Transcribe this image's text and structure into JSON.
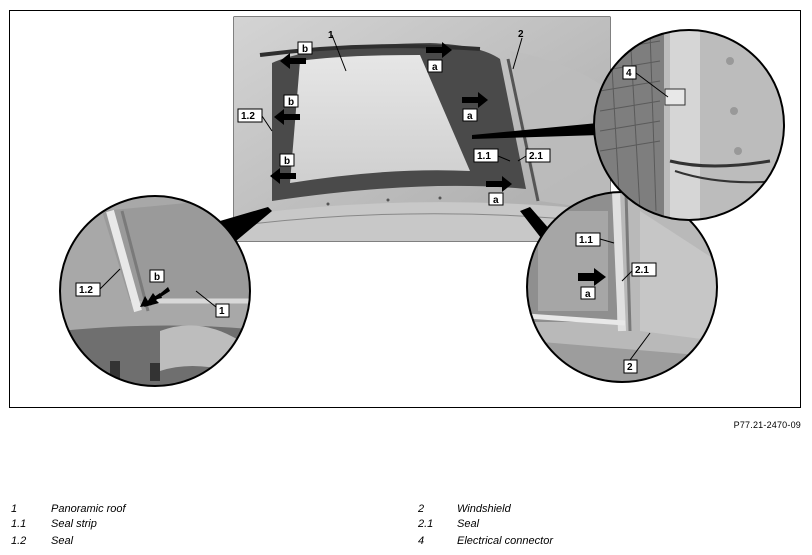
{
  "figure": {
    "reference": "P77.21-2470-09",
    "callouts": {
      "c1": "1",
      "c2": "2",
      "c1_1": "1.1",
      "c2_1": "2.1",
      "c1_2": "1.2",
      "c4": "4",
      "a": "a",
      "b": "b"
    }
  },
  "legend": [
    {
      "num": "1",
      "text": "Panoramic roof"
    },
    {
      "num": "2",
      "text": "Windshield"
    },
    {
      "num": "1.1",
      "text": "Seal strip"
    },
    {
      "num": "2.1",
      "text": "Seal"
    },
    {
      "num": "1.2",
      "text": "Seal"
    },
    {
      "num": "4",
      "text": "Electrical connector"
    }
  ]
}
